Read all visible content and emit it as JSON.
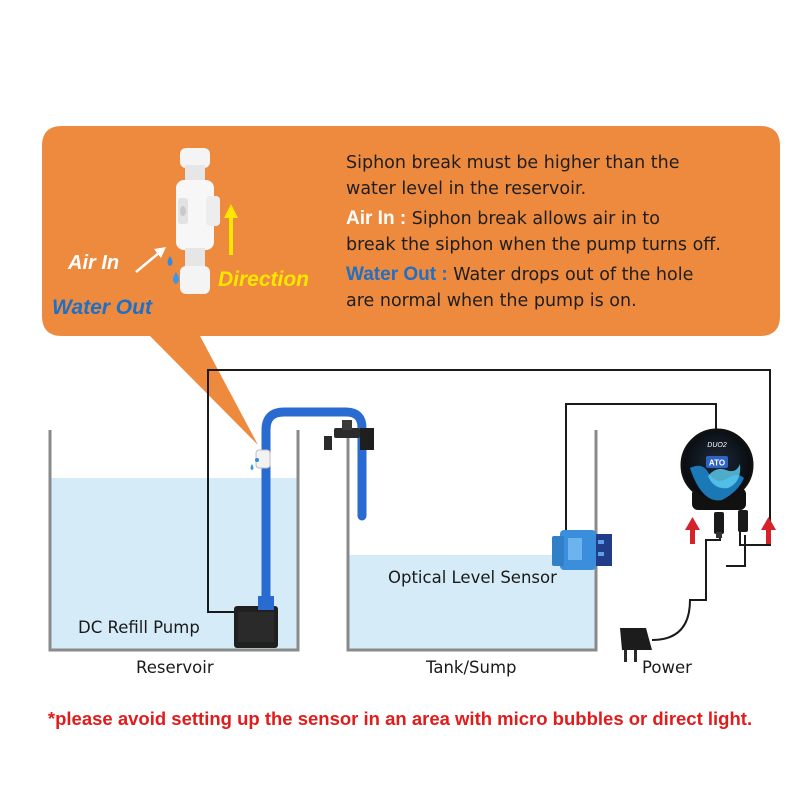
{
  "callout": {
    "line1": "Siphon break must be higher than the",
    "line2": "water level in the reservoir.",
    "air_in_label": "Air In :",
    "air_in_text_a": "Siphon break allows air in to",
    "air_in_text_b": "break the siphon when the pump turns off.",
    "water_out_label": "Water Out :",
    "water_out_text_a": "Water drops out of the hole",
    "water_out_text_b": "are normal when the pump is on.",
    "left_air_in": "Air In",
    "left_water_out": "Water Out",
    "direction": "Direction"
  },
  "labels": {
    "pump": "DC Refill Pump",
    "reservoir": "Reservoir",
    "sensor": "Optical Level Sensor",
    "tank": "Tank/Sump",
    "power": "Power"
  },
  "controller": {
    "brand": "DUO2",
    "mode": "ATO"
  },
  "note": "*please avoid setting up the sensor in an area with micro bubbles or direct light.",
  "colors": {
    "callout_bg": "#ee8a3e",
    "water": "#d6ebf8",
    "tube": "#2a6bd1",
    "direction_yellow": "#ffe600",
    "air_in_white": "#ffffff",
    "water_out_blue": "#1f6fc4",
    "warning_red": "#e21b1b",
    "arrow_red": "#d6232a"
  },
  "icons": [
    "siphon-connector-icon",
    "water-drop-icon",
    "direction-arrow-icon",
    "check-valve-icon",
    "sensor-icon",
    "controller-icon",
    "power-adapter-icon",
    "pump-icon"
  ]
}
